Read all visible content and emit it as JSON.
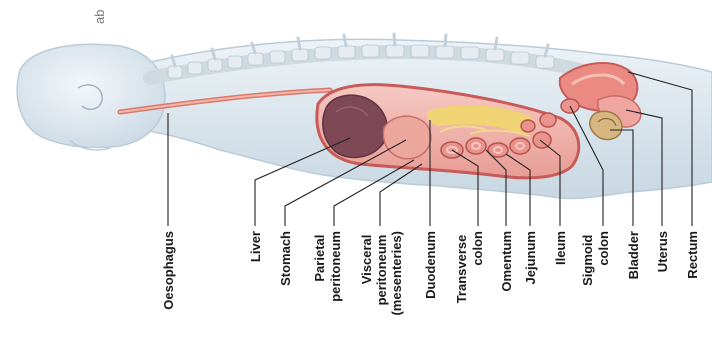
{
  "corner_fragment": "ab",
  "labels": [
    {
      "id": "oesophagus",
      "lines": [
        "Oesophagus"
      ]
    },
    {
      "id": "liver",
      "lines": [
        "Liver"
      ]
    },
    {
      "id": "stomach",
      "lines": [
        "Stomach"
      ]
    },
    {
      "id": "parietal-peritoneum",
      "lines": [
        "Parietal",
        "peritoneum"
      ]
    },
    {
      "id": "visceral-peritoneum",
      "lines": [
        "Visceral",
        "peritoneum",
        "(mesenteries)"
      ]
    },
    {
      "id": "duodenum",
      "lines": [
        "Duodenum"
      ]
    },
    {
      "id": "transverse-colon",
      "lines": [
        "Transverse",
        "colon"
      ]
    },
    {
      "id": "omentum",
      "lines": [
        "Omentum"
      ]
    },
    {
      "id": "jejunum",
      "lines": [
        "Jejunum"
      ]
    },
    {
      "id": "ileum",
      "lines": [
        "Ileum"
      ]
    },
    {
      "id": "sigmoid-colon",
      "lines": [
        "Sigmoid",
        "colon"
      ]
    },
    {
      "id": "bladder",
      "lines": [
        "Bladder"
      ]
    },
    {
      "id": "uterus",
      "lines": [
        "Uterus"
      ]
    },
    {
      "id": "rectum",
      "lines": [
        "Rectum"
      ]
    }
  ],
  "colors": {
    "body_fill": "#dbe6ee",
    "body_outline": "#b9ccd9",
    "spine": "#c9d4dc",
    "peritoneum": "#d97a78",
    "organ_pink": "#efb5ad",
    "liver": "#7e4856",
    "fat": "#efd66b",
    "bladder": "#d7b77f"
  }
}
